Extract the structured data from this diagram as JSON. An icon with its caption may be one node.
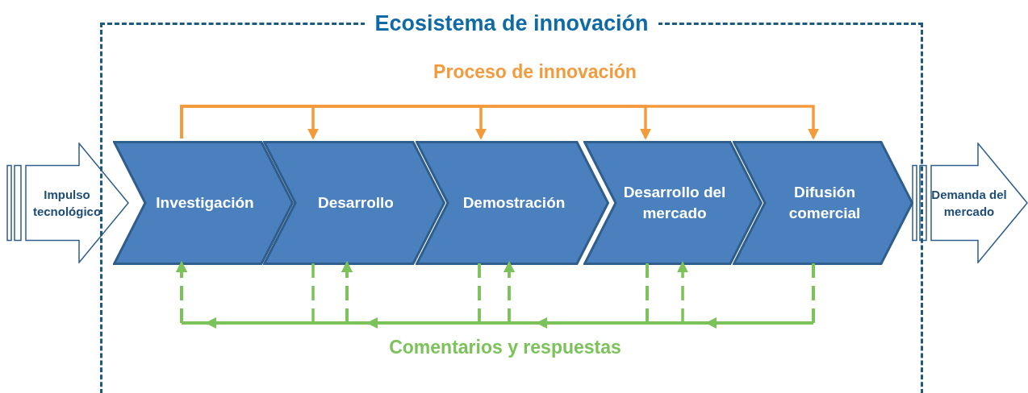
{
  "diagram": {
    "nodes": [
      {
        "text": [
          "Ecosistema de innovación"
        ]
      },
      {
        "text": [
          "Impulso tecnológico"
        ]
      },
      {
        "text": [
          "Investigación"
        ],
        "in": 0
      },
      {
        "text": [
          "Desarrollo"
        ],
        "in": 0
      },
      {
        "text": [
          "Demostración"
        ],
        "in": 0
      },
      {
        "text": [
          "Desarrollo del mercado"
        ],
        "in": 0
      },
      {
        "text": [
          "Difusión comercial"
        ],
        "in": 0
      },
      {
        "text": [
          "Demanda del mercado"
        ]
      }
    ],
    "edges": [
      {
        "from": 2,
        "to": 3,
        "arrow": "to",
        "color": "#f39a3c"
      },
      {
        "from": 2,
        "to": 4,
        "arrow": "to",
        "color": "#f39a3c"
      },
      {
        "from": 2,
        "to": 5,
        "arrow": "to",
        "color": "#f39a3c"
      },
      {
        "from": 2,
        "to": 6,
        "arrow": "to",
        "color": "#f39a3c"
      },
      {
        "from": 6,
        "to": 5,
        "arrow": "to",
        "style": "dashed",
        "color": "#7cc25a"
      },
      {
        "from": 6,
        "to": 4,
        "arrow": "to",
        "style": "dashed",
        "color": "#7cc25a"
      },
      {
        "from": 6,
        "to": 3,
        "arrow": "to",
        "style": "dashed",
        "color": "#7cc25a"
      },
      {
        "from": 6,
        "to": 2,
        "arrow": "to",
        "style": "dashed",
        "color": "#7cc25a"
      },
      {
        "from": 5,
        "to": 4,
        "arrow": "to",
        "style": "dashed",
        "color": "#7cc25a"
      },
      {
        "from": 5,
        "to": 3,
        "arrow": "to",
        "style": "dashed",
        "color": "#7cc25a"
      },
      {
        "from": 5,
        "to": 2,
        "arrow": "to",
        "style": "dashed",
        "color": "#7cc25a"
      },
      {
        "from": 4,
        "to": 3,
        "arrow": "to",
        "style": "dashed",
        "color": "#7cc25a"
      },
      {
        "from": 4,
        "to": 2,
        "arrow": "to",
        "style": "dashed",
        "color": "#7cc25a"
      },
      {
        "from": 3,
        "to": 2,
        "arrow": "to",
        "style": "dashed",
        "color": "#7cc25a"
      }
    ],
    "labels": [
      "Proceso de innovación",
      "Comentarios y respuestas"
    ]
  }
}
